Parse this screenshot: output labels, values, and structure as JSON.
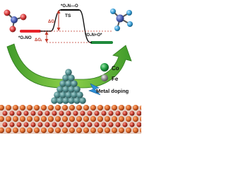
{
  "labels": {
    "ts": "TS",
    "ts_state": "*O₂N—O",
    "initial_state": "*O₂NO",
    "final_state": "*O₂N+O*",
    "delta_g_barrier": "ΔG",
    "delta_g_reaction": "ΔGᵣ",
    "co": "Co",
    "fe": "Fe",
    "metal_doping": "Metal doping"
  },
  "colors": {
    "background": "#ffffff",
    "initial_bar": "#e8232a",
    "final_bar": "#1f8a3c",
    "path_line": "#111111",
    "dashed_guides": "#c0392b",
    "arrow_green": "#6fbf3a",
    "cluster_atom": "#4e8a8a",
    "co_atom": "#1d9a3f",
    "fe_atom": "#8a8a8a",
    "lightning": "#2b8fd8",
    "support_orange": "#d9662a",
    "support_red": "#c0392b",
    "no3_n": "#4a5fb5",
    "no3_o": "#d93a3a",
    "product_n": "#2b5fb8",
    "product_o": "#3aa0d8"
  }
}
